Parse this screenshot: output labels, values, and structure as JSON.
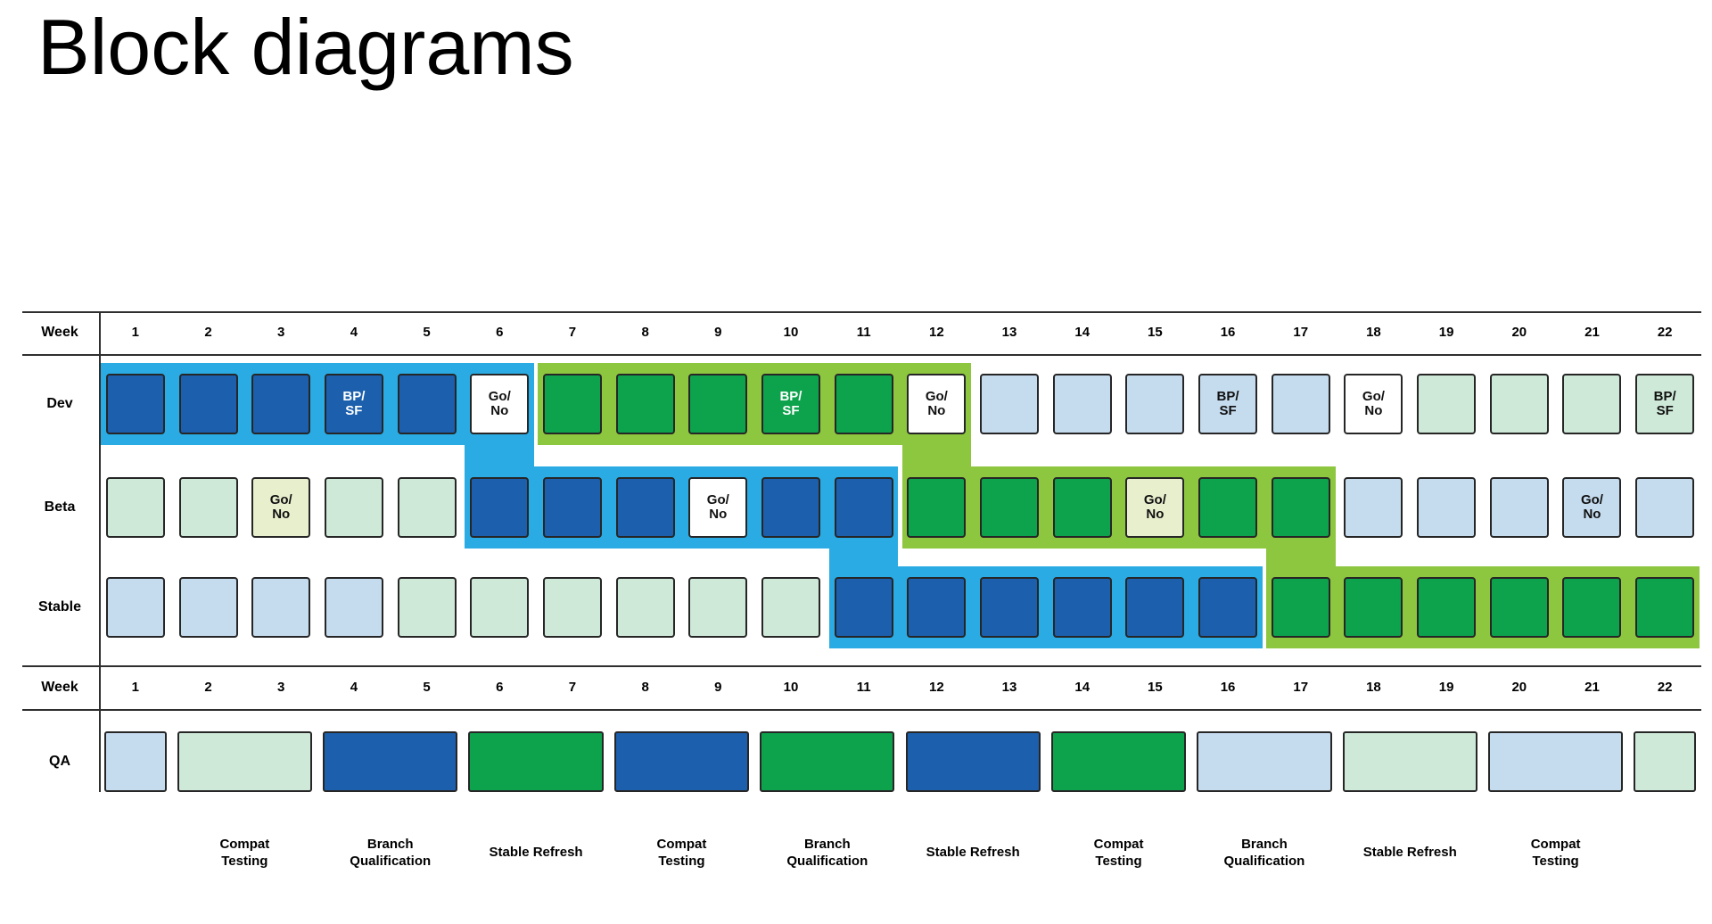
{
  "title": "Block diagrams",
  "colors": {
    "dark_blue": "#1b5fad",
    "green": "#0da24c",
    "light_blue": "#c5dbee",
    "light_green": "#cfe9d9",
    "band_blue": "#2babe3",
    "band_green": "#8dc63f",
    "white": "#ffffff",
    "go_pale_green": "#e8efcd"
  },
  "header": {
    "week_label": "Week",
    "weeks": [
      "1",
      "2",
      "3",
      "4",
      "5",
      "6",
      "7",
      "8",
      "9",
      "10",
      "11",
      "12",
      "13",
      "14",
      "15",
      "16",
      "17",
      "18",
      "19",
      "20",
      "21",
      "22"
    ]
  },
  "rows": [
    {
      "key": "dev",
      "label": "Dev",
      "cells": [
        {
          "color": "dark_blue"
        },
        {
          "color": "dark_blue"
        },
        {
          "color": "dark_blue"
        },
        {
          "color": "dark_blue",
          "label": "BP/\nSF",
          "label_color": "white"
        },
        {
          "color": "dark_blue"
        },
        {
          "color": "white",
          "label": "Go/\nNo",
          "label_color": "black"
        },
        {
          "color": "green"
        },
        {
          "color": "green"
        },
        {
          "color": "green"
        },
        {
          "color": "green",
          "label": "BP/\nSF",
          "label_color": "white"
        },
        {
          "color": "green"
        },
        {
          "color": "white",
          "label": "Go/\nNo",
          "label_color": "black"
        },
        {
          "color": "light_blue"
        },
        {
          "color": "light_blue"
        },
        {
          "color": "light_blue"
        },
        {
          "color": "light_blue",
          "label": "BP/\nSF",
          "label_color": "black"
        },
        {
          "color": "light_blue"
        },
        {
          "color": "white",
          "label": "Go/\nNo",
          "label_color": "black"
        },
        {
          "color": "light_green"
        },
        {
          "color": "light_green"
        },
        {
          "color": "light_green"
        },
        {
          "color": "light_green",
          "label": "BP/\nSF",
          "label_color": "black"
        }
      ]
    },
    {
      "key": "beta",
      "label": "Beta",
      "cells": [
        {
          "color": "light_green"
        },
        {
          "color": "light_green"
        },
        {
          "color": "go_pale_green",
          "label": "Go/\nNo",
          "label_color": "black"
        },
        {
          "color": "light_green"
        },
        {
          "color": "light_green"
        },
        {
          "color": "dark_blue"
        },
        {
          "color": "dark_blue"
        },
        {
          "color": "dark_blue"
        },
        {
          "color": "white",
          "label": "Go/\nNo",
          "label_color": "black"
        },
        {
          "color": "dark_blue"
        },
        {
          "color": "dark_blue"
        },
        {
          "color": "green"
        },
        {
          "color": "green"
        },
        {
          "color": "green"
        },
        {
          "color": "go_pale_green",
          "label": "Go/\nNo",
          "label_color": "black"
        },
        {
          "color": "green"
        },
        {
          "color": "green"
        },
        {
          "color": "light_blue"
        },
        {
          "color": "light_blue"
        },
        {
          "color": "light_blue"
        },
        {
          "color": "light_blue",
          "label": "Go/\nNo",
          "label_color": "black"
        },
        {
          "color": "light_blue"
        }
      ]
    },
    {
      "key": "stable",
      "label": "Stable",
      "cells": [
        {
          "color": "light_blue"
        },
        {
          "color": "light_blue"
        },
        {
          "color": "light_blue"
        },
        {
          "color": "light_blue"
        },
        {
          "color": "light_green"
        },
        {
          "color": "light_green"
        },
        {
          "color": "light_green"
        },
        {
          "color": "light_green"
        },
        {
          "color": "light_green"
        },
        {
          "color": "light_green"
        },
        {
          "color": "dark_blue"
        },
        {
          "color": "dark_blue"
        },
        {
          "color": "dark_blue"
        },
        {
          "color": "dark_blue"
        },
        {
          "color": "dark_blue"
        },
        {
          "color": "dark_blue"
        },
        {
          "color": "green"
        },
        {
          "color": "green"
        },
        {
          "color": "green"
        },
        {
          "color": "green"
        },
        {
          "color": "green"
        },
        {
          "color": "green"
        }
      ]
    }
  ],
  "bands": [
    {
      "name": "blue-train",
      "color": "band_blue",
      "segments": [
        {
          "row": "dev",
          "from": 1,
          "to": 6
        },
        {
          "row": "beta",
          "from": 6,
          "to": 11
        },
        {
          "row": "stable",
          "from": 11,
          "to": 16
        }
      ]
    },
    {
      "name": "green-train",
      "color": "band_green",
      "segments": [
        {
          "row": "dev",
          "from": 7,
          "to": 12
        },
        {
          "row": "beta",
          "from": 12,
          "to": 17
        },
        {
          "row": "stable",
          "from": 17,
          "to": 22
        }
      ]
    }
  ],
  "qa": {
    "label": "QA",
    "blocks": [
      {
        "from": 1,
        "to": 1,
        "color": "light_blue"
      },
      {
        "from": 2,
        "to": 3,
        "color": "light_green"
      },
      {
        "from": 4,
        "to": 5,
        "color": "dark_blue"
      },
      {
        "from": 6,
        "to": 7,
        "color": "green"
      },
      {
        "from": 8,
        "to": 9,
        "color": "dark_blue"
      },
      {
        "from": 10,
        "to": 11,
        "color": "green"
      },
      {
        "from": 12,
        "to": 13,
        "color": "dark_blue"
      },
      {
        "from": 14,
        "to": 15,
        "color": "green"
      },
      {
        "from": 16,
        "to": 17,
        "color": "light_blue"
      },
      {
        "from": 18,
        "to": 19,
        "color": "light_green"
      },
      {
        "from": 20,
        "to": 21,
        "color": "light_blue"
      },
      {
        "from": 22,
        "to": 22,
        "color": "light_green"
      }
    ]
  },
  "phase_labels": [
    {
      "text": "Compat\nTesting",
      "from": 2,
      "to": 3
    },
    {
      "text": "Branch\nQualification",
      "from": 4,
      "to": 5
    },
    {
      "text": "Stable Refresh",
      "from": 6,
      "to": 7
    },
    {
      "text": "Compat\nTesting",
      "from": 8,
      "to": 9
    },
    {
      "text": "Branch\nQualification",
      "from": 10,
      "to": 11
    },
    {
      "text": "Stable Refresh",
      "from": 12,
      "to": 13
    },
    {
      "text": "Compat\nTesting",
      "from": 14,
      "to": 15
    },
    {
      "text": "Branch\nQualification",
      "from": 16,
      "to": 17
    },
    {
      "text": "Stable Refresh",
      "from": 18,
      "to": 19
    },
    {
      "text": "Compat\nTesting",
      "from": 20,
      "to": 21
    }
  ]
}
